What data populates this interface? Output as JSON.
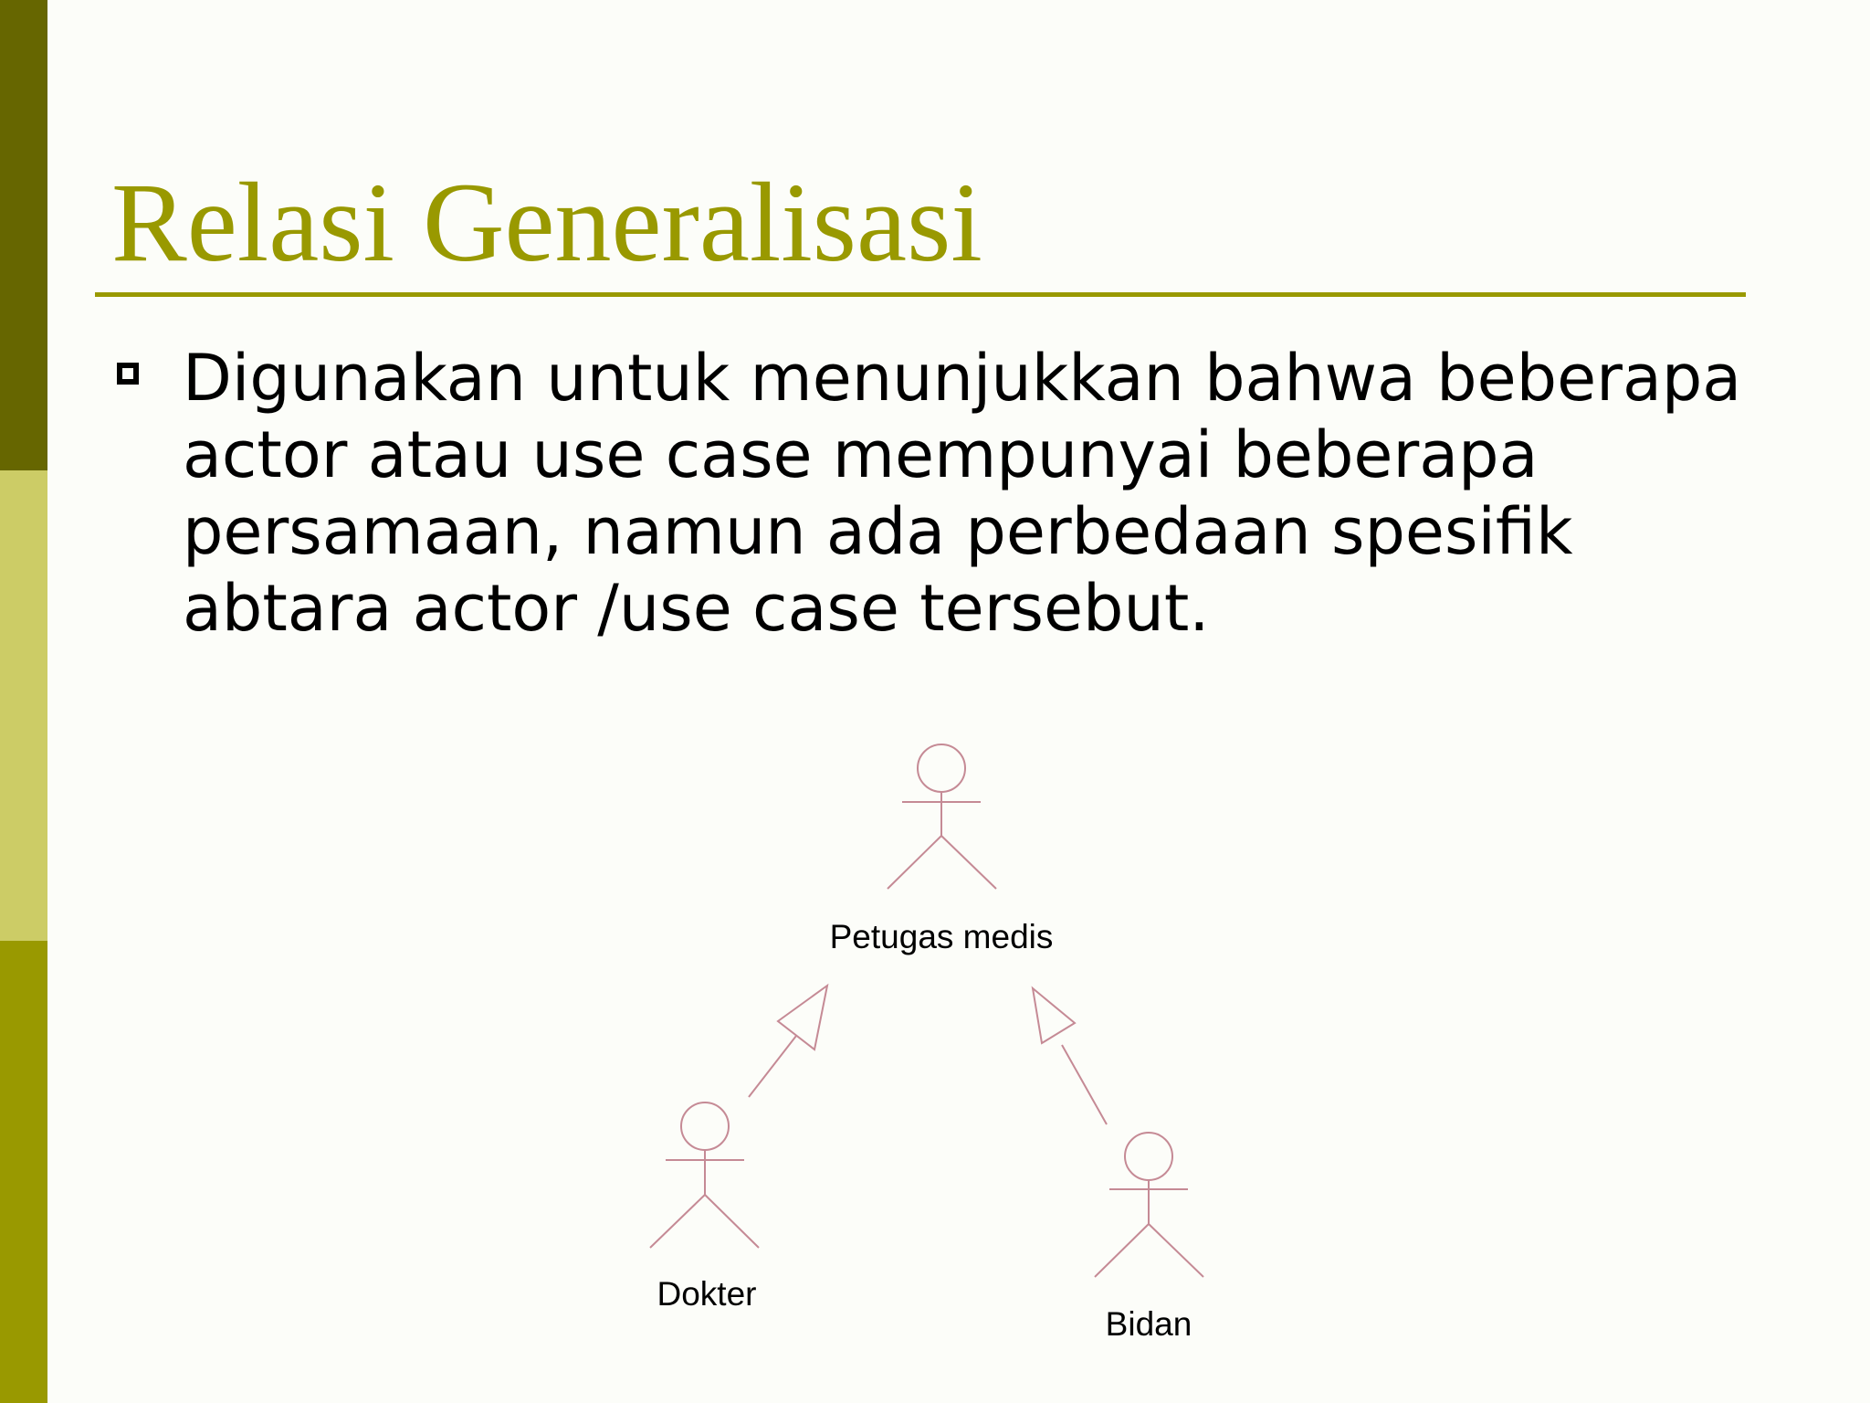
{
  "slide": {
    "title": "Relasi Generalisasi",
    "bullet": "Digunakan untuk menunjukkan bahwa beberapa actor atau use case mempunyai beberapa persamaan, namun ada perbedaan spesifik abtara actor /use case tersebut."
  },
  "diagram": {
    "parent_actor": {
      "name": "Petugas medis"
    },
    "child_actors": [
      {
        "name": "Dokter"
      },
      {
        "name": "Bidan"
      }
    ],
    "relation": "generalization"
  },
  "colors": {
    "sidebar_top": "#666600",
    "sidebar_middle": "#cccc66",
    "sidebar_bottom": "#999900",
    "title": "#999900",
    "rule": "#999900",
    "actor_stroke": "#c58a95",
    "text": "#000000"
  },
  "icons": {
    "bullet": "hollow-square-bullet-icon",
    "actor": "stick-figure-actor-icon",
    "generalization": "hollow-triangle-arrow-icon"
  }
}
